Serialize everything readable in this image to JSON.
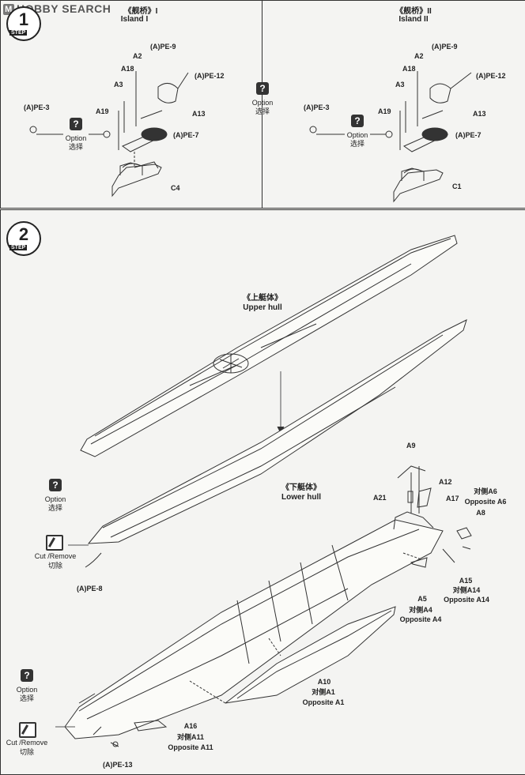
{
  "watermark": {
    "badge": "M",
    "text": "HOBBY SEARCH"
  },
  "step1": {
    "number": "1",
    "word": "STEP",
    "left_panel": {
      "title_cn": "《舰桥》I",
      "title_en": "Island I",
      "labels": {
        "pe9": "(A)PE-9",
        "a2": "A2",
        "a18": "A18",
        "pe12": "(A)PE-12",
        "a3": "A3",
        "pe3": "(A)PE-3",
        "a19": "A19",
        "a13": "A13",
        "pe7": "(A)PE-7",
        "hull_part": "C4"
      },
      "option_en": "Option",
      "option_cn": "选择"
    },
    "right_panel": {
      "title_cn": "《舰桥》II",
      "title_en": "Island II",
      "labels": {
        "pe9": "(A)PE-9",
        "a2": "A2",
        "a18": "A18",
        "pe12": "(A)PE-12",
        "a3": "A3",
        "pe3": "(A)PE-3",
        "a19": "A19",
        "a13": "A13",
        "pe7": "(A)PE-7",
        "hull_part": "C1"
      },
      "option_en": "Option",
      "option_cn": "选择"
    },
    "center_option_en": "Option",
    "center_option_cn": "选择"
  },
  "step2": {
    "number": "2",
    "word": "STEP",
    "upper_hull_cn": "《上艇体》",
    "upper_hull_en": "Upper hull",
    "lower_hull_cn": "《下艇体》",
    "lower_hull_en": "Lower hull",
    "parts": {
      "a9": "A9",
      "a12": "A12",
      "a21": "A21",
      "a17": "A17",
      "opp_a6_cn": "对侧A6",
      "opp_a6_en": "Opposite A6",
      "a8": "A8",
      "a15": "A15",
      "opp_a14_cn": "对侧A14",
      "opp_a14_en": "Opposite A14",
      "a5": "A5",
      "opp_a4_cn": "对侧A4",
      "opp_a4_en": "Opposite A4",
      "a10": "A10",
      "opp_a1_cn": "对侧A1",
      "opp_a1_en": "Opposite A1",
      "a16": "A16",
      "opp_a11_cn": "对侧A11",
      "opp_a11_en": "Opposite A11",
      "pe8": "(A)PE-8",
      "pe13": "(A)PE-13"
    },
    "option1_en": "Option",
    "option1_cn": "选择",
    "cut1_en": "Cut /Remove",
    "cut1_cn": "切除",
    "option2_en": "Option",
    "option2_cn": "选择",
    "cut2_en": "Cut /Remove",
    "cut2_cn": "切除"
  }
}
